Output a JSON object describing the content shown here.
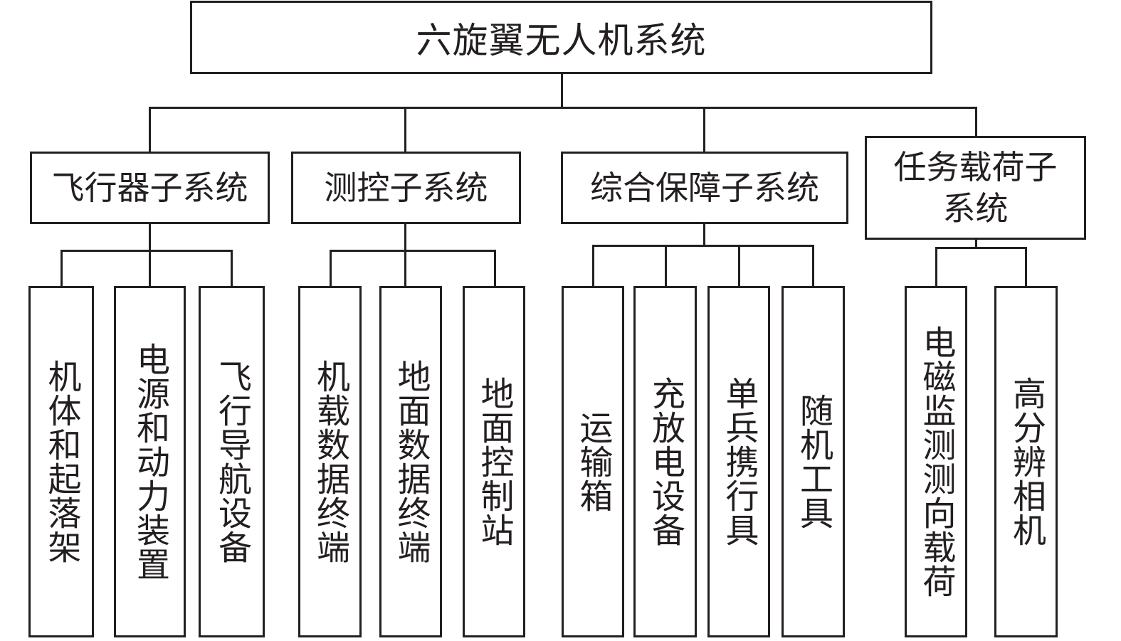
{
  "diagram": {
    "root": "六旋翼无人机系统",
    "subsystems": [
      {
        "label": "飞行器子系统",
        "children": [
          "机体和起落架",
          "电源和动力装置",
          "飞行导航设备"
        ]
      },
      {
        "label": "测控子系统",
        "children": [
          "机载数据终端",
          "地面数据终端",
          "地面控制站"
        ]
      },
      {
        "label": "综合保障子系统",
        "children": [
          "运输箱",
          "充放电设备",
          "单兵携行具",
          "随机工具"
        ]
      },
      {
        "label": "任务载荷子系统",
        "children": [
          "电磁监测测向载荷",
          "高分辨相机"
        ]
      }
    ]
  }
}
